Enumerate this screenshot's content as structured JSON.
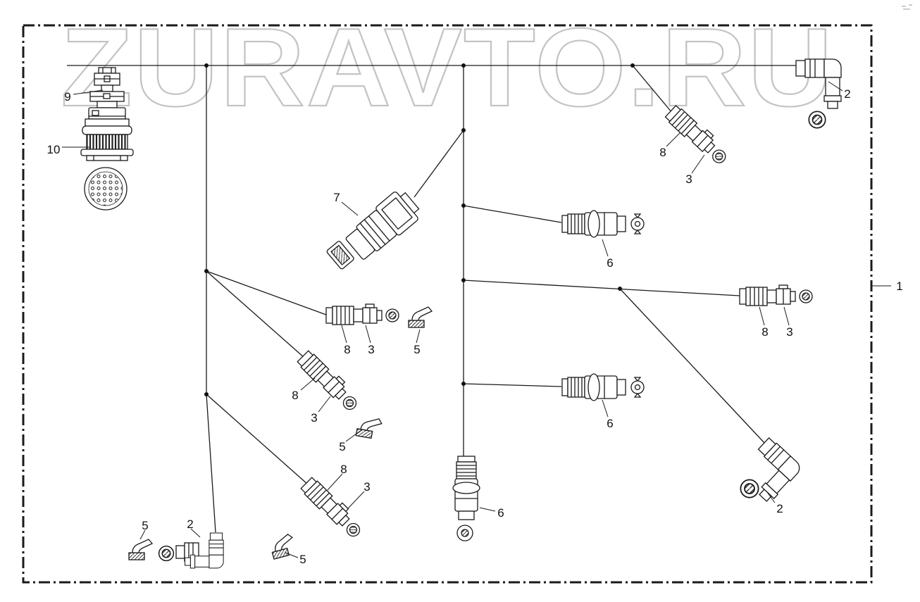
{
  "meta": {
    "title": "Wiring harness exploded parts diagram",
    "watermark": "ZURAVTO.RU"
  },
  "colors": {
    "line": "#1a1a1a",
    "watermark_outline": "#c4c4c4",
    "background": "#ffffff"
  },
  "callouts": [
    {
      "label": "9",
      "target": "sensor-upper-section"
    },
    {
      "label": "10",
      "target": "sensor-lower-section"
    },
    {
      "label": "2",
      "target": "elbow-connector-top-right"
    },
    {
      "label": "8",
      "target": "connector-boot-top-right"
    },
    {
      "label": "3",
      "target": "connector-plug-top-right"
    },
    {
      "label": "7",
      "target": "large-connector"
    },
    {
      "label": "6",
      "target": "valve-connector-upper"
    },
    {
      "label": "8",
      "target": "connector-boot-mid"
    },
    {
      "label": "3",
      "target": "connector-plug-mid"
    },
    {
      "label": "5",
      "target": "retaining-clip-mid"
    },
    {
      "label": "8",
      "target": "connector-boot-right"
    },
    {
      "label": "3",
      "target": "connector-plug-right"
    },
    {
      "label": "1",
      "target": "harness-assembly"
    },
    {
      "label": "8",
      "target": "connector-boot-diagonal-mid"
    },
    {
      "label": "3",
      "target": "connector-plug-diagonal-mid"
    },
    {
      "label": "5",
      "target": "retaining-clip-diagonal-mid"
    },
    {
      "label": "6",
      "target": "valve-connector-lower"
    },
    {
      "label": "8",
      "target": "connector-boot-diagonal-lower"
    },
    {
      "label": "3",
      "target": "connector-plug-diagonal-lower"
    },
    {
      "label": "6",
      "target": "valve-connector-vertical"
    },
    {
      "label": "2",
      "target": "elbow-connector-bottom-right"
    },
    {
      "label": "5",
      "target": "retaining-clip-bottom-left"
    },
    {
      "label": "2",
      "target": "elbow-connector-bottom-left"
    },
    {
      "label": "5",
      "target": "retaining-clip-bottom"
    }
  ]
}
